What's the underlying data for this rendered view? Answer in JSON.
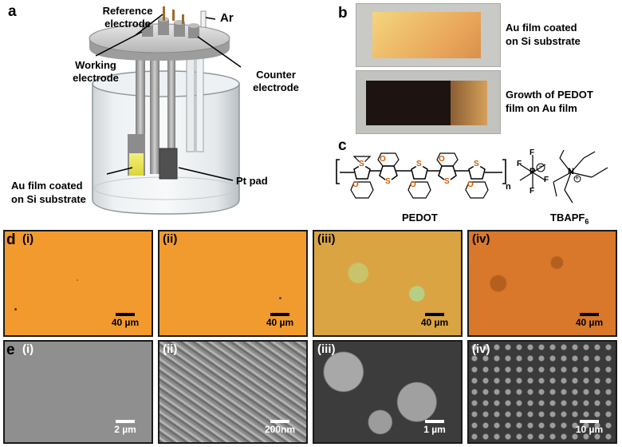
{
  "panel_a": {
    "label": "a",
    "reference_electrode": "Reference\nelectrode",
    "ar": "Ar",
    "working_electrode": "Working\nelectrode",
    "counter_electrode": "Counter\nelectrode",
    "au_film": "Au film coated\non Si substrate",
    "pt_pad": "Pt pad"
  },
  "panel_b": {
    "label": "b",
    "top_caption": "Au film coated\non Si substrate",
    "bottom_caption": "Growth of PEDOT\nfilm on Au film"
  },
  "panel_c": {
    "label": "c",
    "pedot_name": "PEDOT",
    "n_subscript": "n",
    "tba_name": "TBAPF",
    "tba_sub": "6",
    "p": "P",
    "f": "F",
    "n": "N",
    "s": "S",
    "o": "O",
    "minus": "−",
    "plus": "+"
  },
  "panel_d": {
    "row_label": "d",
    "tiles": [
      {
        "label": "(i)",
        "scale": "40 µm",
        "color": "#f29a2e"
      },
      {
        "label": "(ii)",
        "scale": "40 µm",
        "color": "#f19b2f"
      },
      {
        "label": "(iii)",
        "scale": "40 µm",
        "color": "#d9a441"
      },
      {
        "label": "(iv)",
        "scale": "40 µm",
        "color": "#d9782a"
      }
    ]
  },
  "panel_e": {
    "row_label": "e",
    "tiles": [
      {
        "label": "(i)",
        "scale": "2 µm",
        "color": "#8f8f8f"
      },
      {
        "label": "(ii)",
        "scale": "200nm",
        "color": "#9a9a9a"
      },
      {
        "label": "(iii)",
        "scale": "1 µm",
        "color": "#6a6a6a"
      },
      {
        "label": "(iv)",
        "scale": "10 µm",
        "color": "#5c5c5c"
      }
    ]
  }
}
